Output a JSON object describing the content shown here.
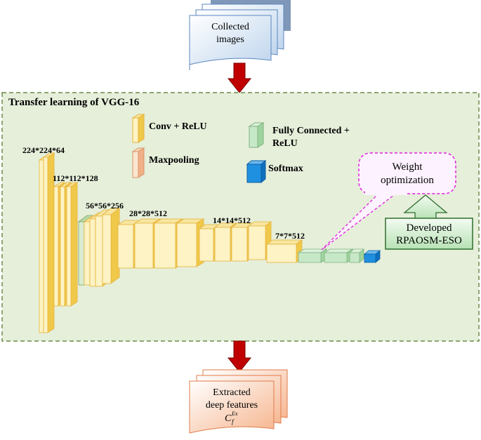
{
  "collected_images": {
    "line1": "Collected",
    "line2": "images"
  },
  "panel": {
    "title": "Transfer learning of VGG-16"
  },
  "legend": {
    "conv": "Conv + ReLU",
    "maxpool": "Maxpooling",
    "fc_line1": "Fully Connected +",
    "fc_line2": "ReLU",
    "softmax": "Softmax"
  },
  "layers": {
    "l1": "224*224*64",
    "l2": "112*112*128",
    "l3": "56*56*256",
    "l4": "28*28*512",
    "l5": "14*14*512",
    "l6": "7*7*512"
  },
  "weight_optimization": {
    "line1": "Weight",
    "line2": "optimization"
  },
  "developed": {
    "line1": "Developed",
    "line2": "RPAOSM-ESO"
  },
  "extracted": {
    "line1": "Extracted",
    "line2": "deep features",
    "symbol": "C",
    "sub": "f",
    "sup": "Ex"
  },
  "colors": {
    "conv_fill": "#fdf3c4",
    "conv_edge": "#e6b33c",
    "pool_fill": "#fbe6cf",
    "pool_edge": "#d9946a",
    "fc_fill": "#c7e8c7",
    "softmax_fill": "#1f8fe0",
    "panel_fill": "#e6efda",
    "panel_border": "#6a8a4a",
    "arrow_red": "#c00000",
    "callout_border": "#e020e0"
  }
}
